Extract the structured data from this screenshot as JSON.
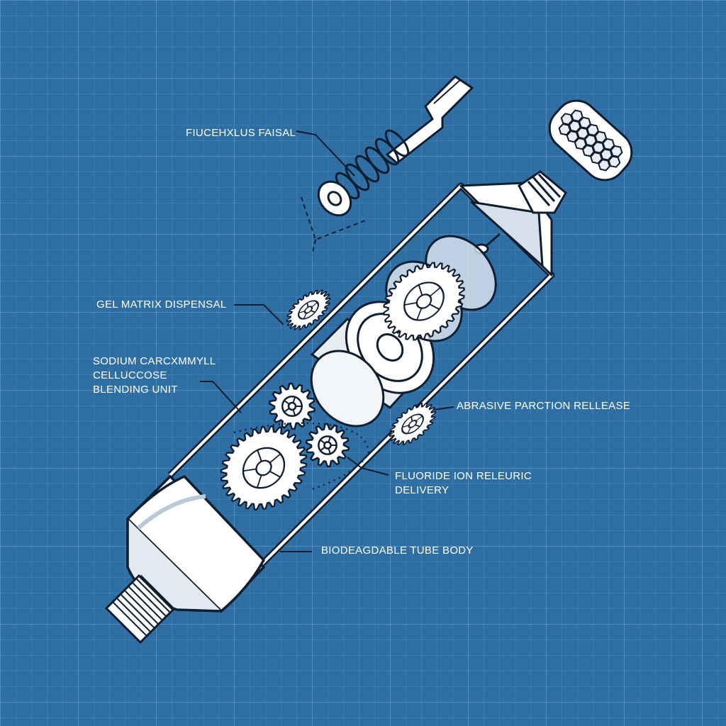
{
  "colors": {
    "background": "#2f6ea3",
    "grid_fine": "#4a88bd",
    "grid_major": "#5d97c8",
    "ink": "#0e1e30",
    "part_fill": "#ffffff",
    "part_shade": "#c9d6e2",
    "label_text": "#ffffff"
  },
  "labels": {
    "flexible_arm": "FIUCEHXLUS FAISAL",
    "gel_matrix": "GEL MATRIX DISPENSAL",
    "sodium_line1": "SODIUM CARCXMMYLL",
    "sodium_line2": "CELLUCCOSE",
    "sodium_line3": "BLENDING UNIT",
    "abrasive": "ABRASIVE PARCTION RELLEASE",
    "fluoride_line1": "FLUORIDE ION RELEURIC",
    "fluoride_line2": "DELIVERY",
    "tube_body": "BIODEAGDABLE TUBE BODY"
  }
}
